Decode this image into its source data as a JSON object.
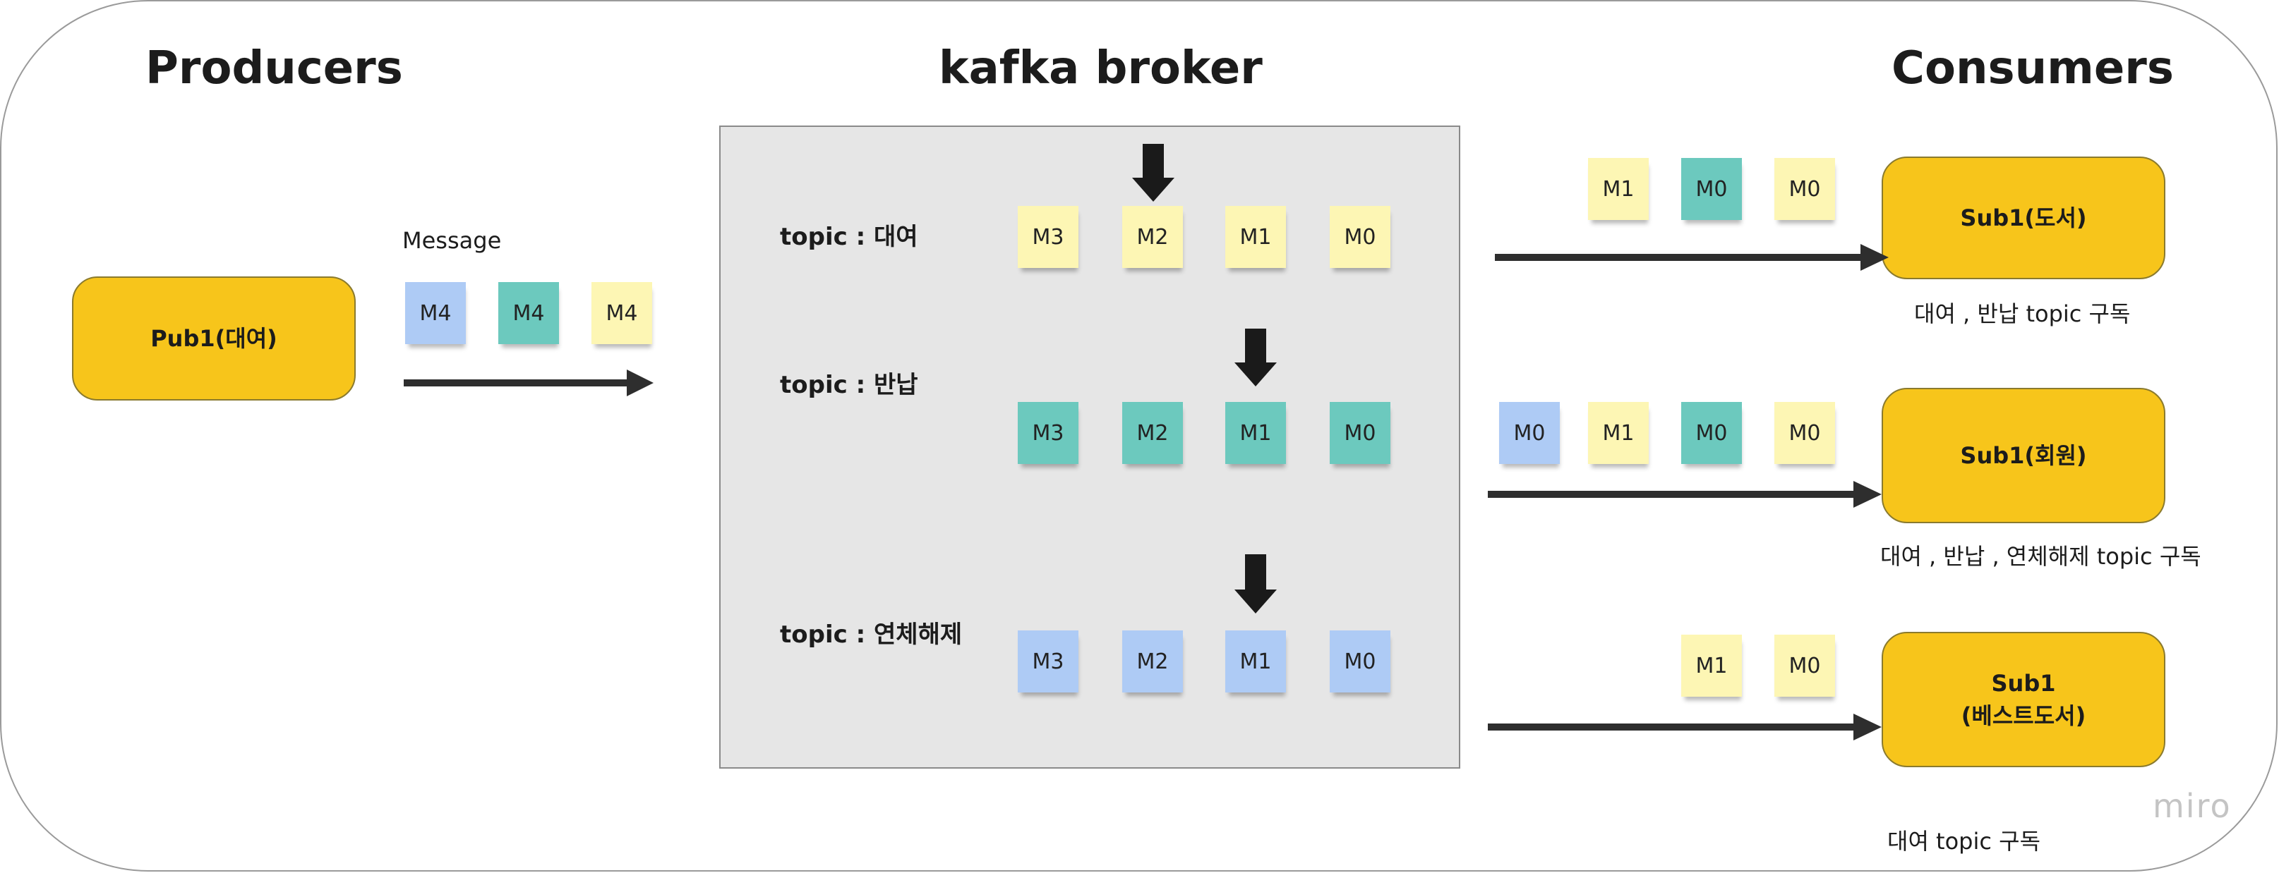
{
  "headings": {
    "producers": "Producers",
    "broker": "kafka broker",
    "consumers": "Consumers"
  },
  "producer": {
    "name": "Pub1(대여)",
    "message_label": "Message",
    "notes": [
      {
        "text": "M4",
        "color": "blue"
      },
      {
        "text": "M4",
        "color": "teal"
      },
      {
        "text": "M4",
        "color": "yellow"
      }
    ]
  },
  "broker": {
    "topics": [
      {
        "label": "topic : 대여",
        "color": "yellow",
        "notes": [
          "M3",
          "M2",
          "M1",
          "M0"
        ],
        "pointer": "M2"
      },
      {
        "label": "topic : 반납",
        "color": "teal",
        "notes": [
          "M3",
          "M2",
          "M1",
          "M0"
        ],
        "pointer": "M1"
      },
      {
        "label": "topic : 연체해제",
        "color": "blue",
        "notes": [
          "M3",
          "M2",
          "M1",
          "M0"
        ],
        "pointer": "M1"
      }
    ]
  },
  "consumers": [
    {
      "name_lines": [
        "Sub1(도서)"
      ],
      "subscription": "대여 , 반납 topic 구독",
      "notes": [
        {
          "text": "M1",
          "color": "yellow"
        },
        {
          "text": "M0",
          "color": "teal"
        },
        {
          "text": "M0",
          "color": "yellow"
        }
      ]
    },
    {
      "name_lines": [
        "Sub1(회원)"
      ],
      "subscription": "대여 , 반납 , 연체해제 topic 구독",
      "notes": [
        {
          "text": "M0",
          "color": "blue"
        },
        {
          "text": "M1",
          "color": "yellow"
        },
        {
          "text": "M0",
          "color": "teal"
        },
        {
          "text": "M0",
          "color": "yellow"
        }
      ]
    },
    {
      "name_lines": [
        "Sub1",
        "(베스트도서)"
      ],
      "subscription": "대여  topic 구독",
      "notes": [
        {
          "text": "M1",
          "color": "yellow"
        },
        {
          "text": "M0",
          "color": "yellow"
        }
      ]
    }
  ],
  "colors": {
    "pill": "#f7c51b",
    "yellow_note": "#fdf6b4",
    "teal_note": "#6cc9be",
    "blue_note": "#aecbf5",
    "broker_bg": "#e6e6e6",
    "arrow": "#2e2e2e"
  },
  "watermark": "miro"
}
